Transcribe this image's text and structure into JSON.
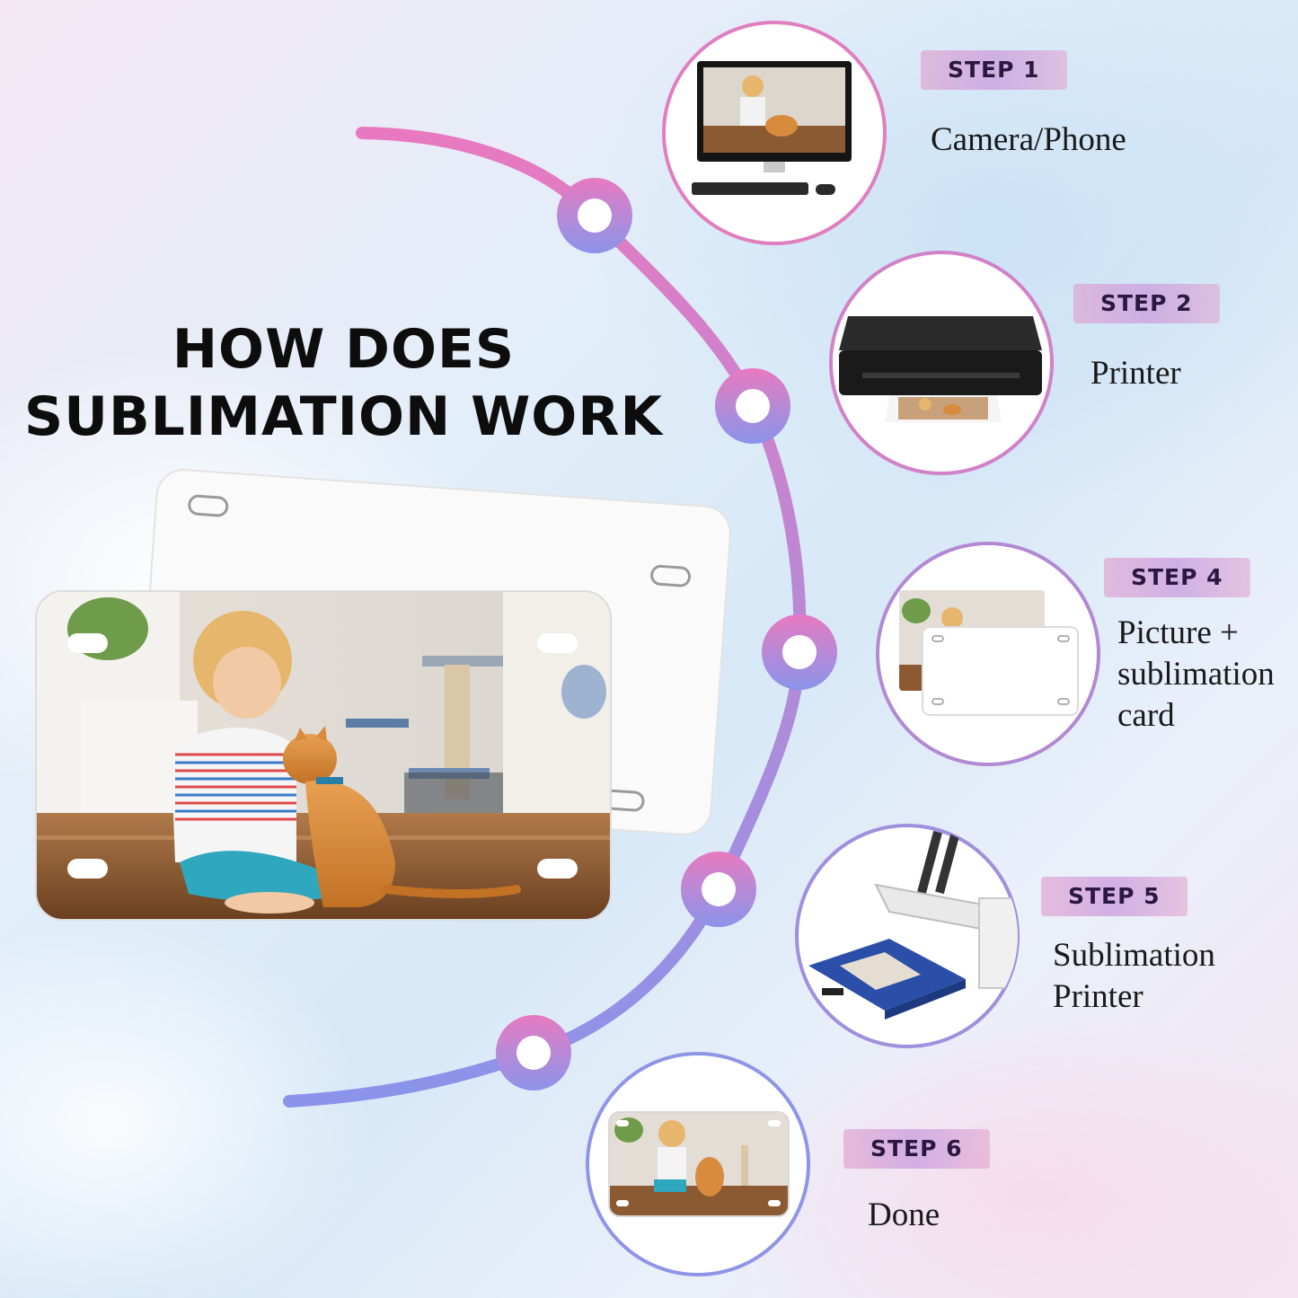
{
  "title": {
    "line1": "HOW DOES",
    "line2": "SUBLIMATION WORK"
  },
  "colors": {
    "path_top": "#e879c0",
    "path_mid": "#b889d6",
    "path_bottom": "#8b93ea"
  },
  "steps": [
    {
      "badge": "STEP 1",
      "label": "Camera/Phone",
      "icon": "computer-monitor-icon"
    },
    {
      "badge": "STEP 2",
      "label": "Printer",
      "icon": "printer-icon"
    },
    {
      "badge": "STEP 4",
      "label_lines": [
        "Picture +",
        "sublimation",
        "card"
      ],
      "icon": "sublimation-card-icon"
    },
    {
      "badge": "STEP 5",
      "label_lines": [
        "Sublimation",
        "Printer"
      ],
      "icon": "heat-press-icon"
    },
    {
      "badge": "STEP 6",
      "label": "Done",
      "icon": "finished-plate-icon"
    }
  ]
}
